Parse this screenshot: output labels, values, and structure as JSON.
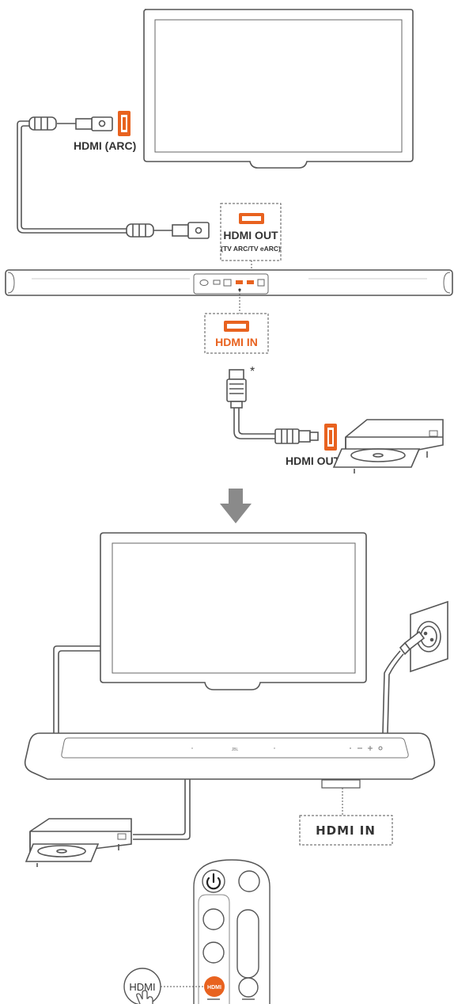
{
  "colors": {
    "accent": "#e8621f",
    "line": "#555555",
    "text": "#333333",
    "arrow": "#8a8a8a"
  },
  "labels": {
    "hdmi_arc": "HDMI (ARC)",
    "hdmi_out_main": "HDMI OUT",
    "hdmi_out_sub": "(TV ARC/TV eARC)",
    "hdmi_in_top": "HDMI IN",
    "asterisk": "*",
    "hdmi_out_player": "HDMI OUT",
    "hdmi_in_bottom": "HDMI IN",
    "remote_hdmi_callout": "HDMI",
    "remote_hdmi_button": "HDMI",
    "soundbar_logo": "JBL"
  },
  "icons": {
    "power": "power-icon",
    "hand": "hand-pointer-icon",
    "arrow": "down-arrow-icon"
  }
}
